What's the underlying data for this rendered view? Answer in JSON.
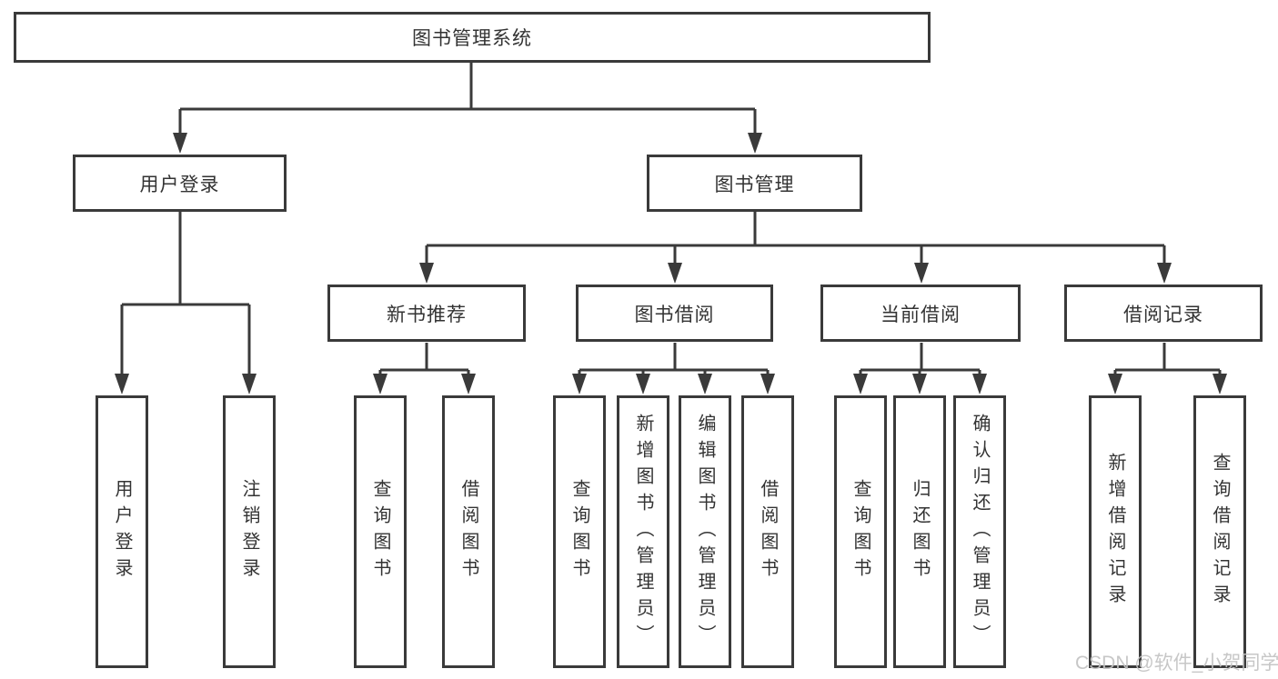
{
  "diagram": {
    "root": {
      "label": "图书管理系统"
    },
    "level2": [
      {
        "label": "用户登录"
      },
      {
        "label": "图书管理"
      }
    ],
    "level3": [
      {
        "label": "新书推荐",
        "parent": "图书管理"
      },
      {
        "label": "图书借阅",
        "parent": "图书管理"
      },
      {
        "label": "当前借阅",
        "parent": "图书管理"
      },
      {
        "label": "借阅记录",
        "parent": "图书管理"
      }
    ],
    "leaves": [
      {
        "label": "用户登录",
        "parent": "用户登录"
      },
      {
        "label": "注销登录",
        "parent": "用户登录"
      },
      {
        "label": "查询图书",
        "parent": "新书推荐"
      },
      {
        "label": "借阅图书",
        "parent": "新书推荐"
      },
      {
        "label": "查询图书",
        "parent": "图书借阅"
      },
      {
        "label": "新增图书（管理员）",
        "parent": "图书借阅"
      },
      {
        "label": "编辑图书（管理员）",
        "parent": "图书借阅"
      },
      {
        "label": "借阅图书",
        "parent": "图书借阅"
      },
      {
        "label": "查询图书",
        "parent": "当前借阅"
      },
      {
        "label": "归还图书",
        "parent": "当前借阅"
      },
      {
        "label": "确认归还（管理员）",
        "parent": "当前借阅"
      },
      {
        "label": "新增借阅记录",
        "parent": "借阅记录"
      },
      {
        "label": "查询借阅记录",
        "parent": "借阅记录"
      }
    ],
    "watermark": "CSDN @软件_小贺同学",
    "colors": {
      "line": "#3a3a3a",
      "text": "#333333",
      "watermark": "#c3c3c3",
      "background": "#ffffff"
    }
  }
}
